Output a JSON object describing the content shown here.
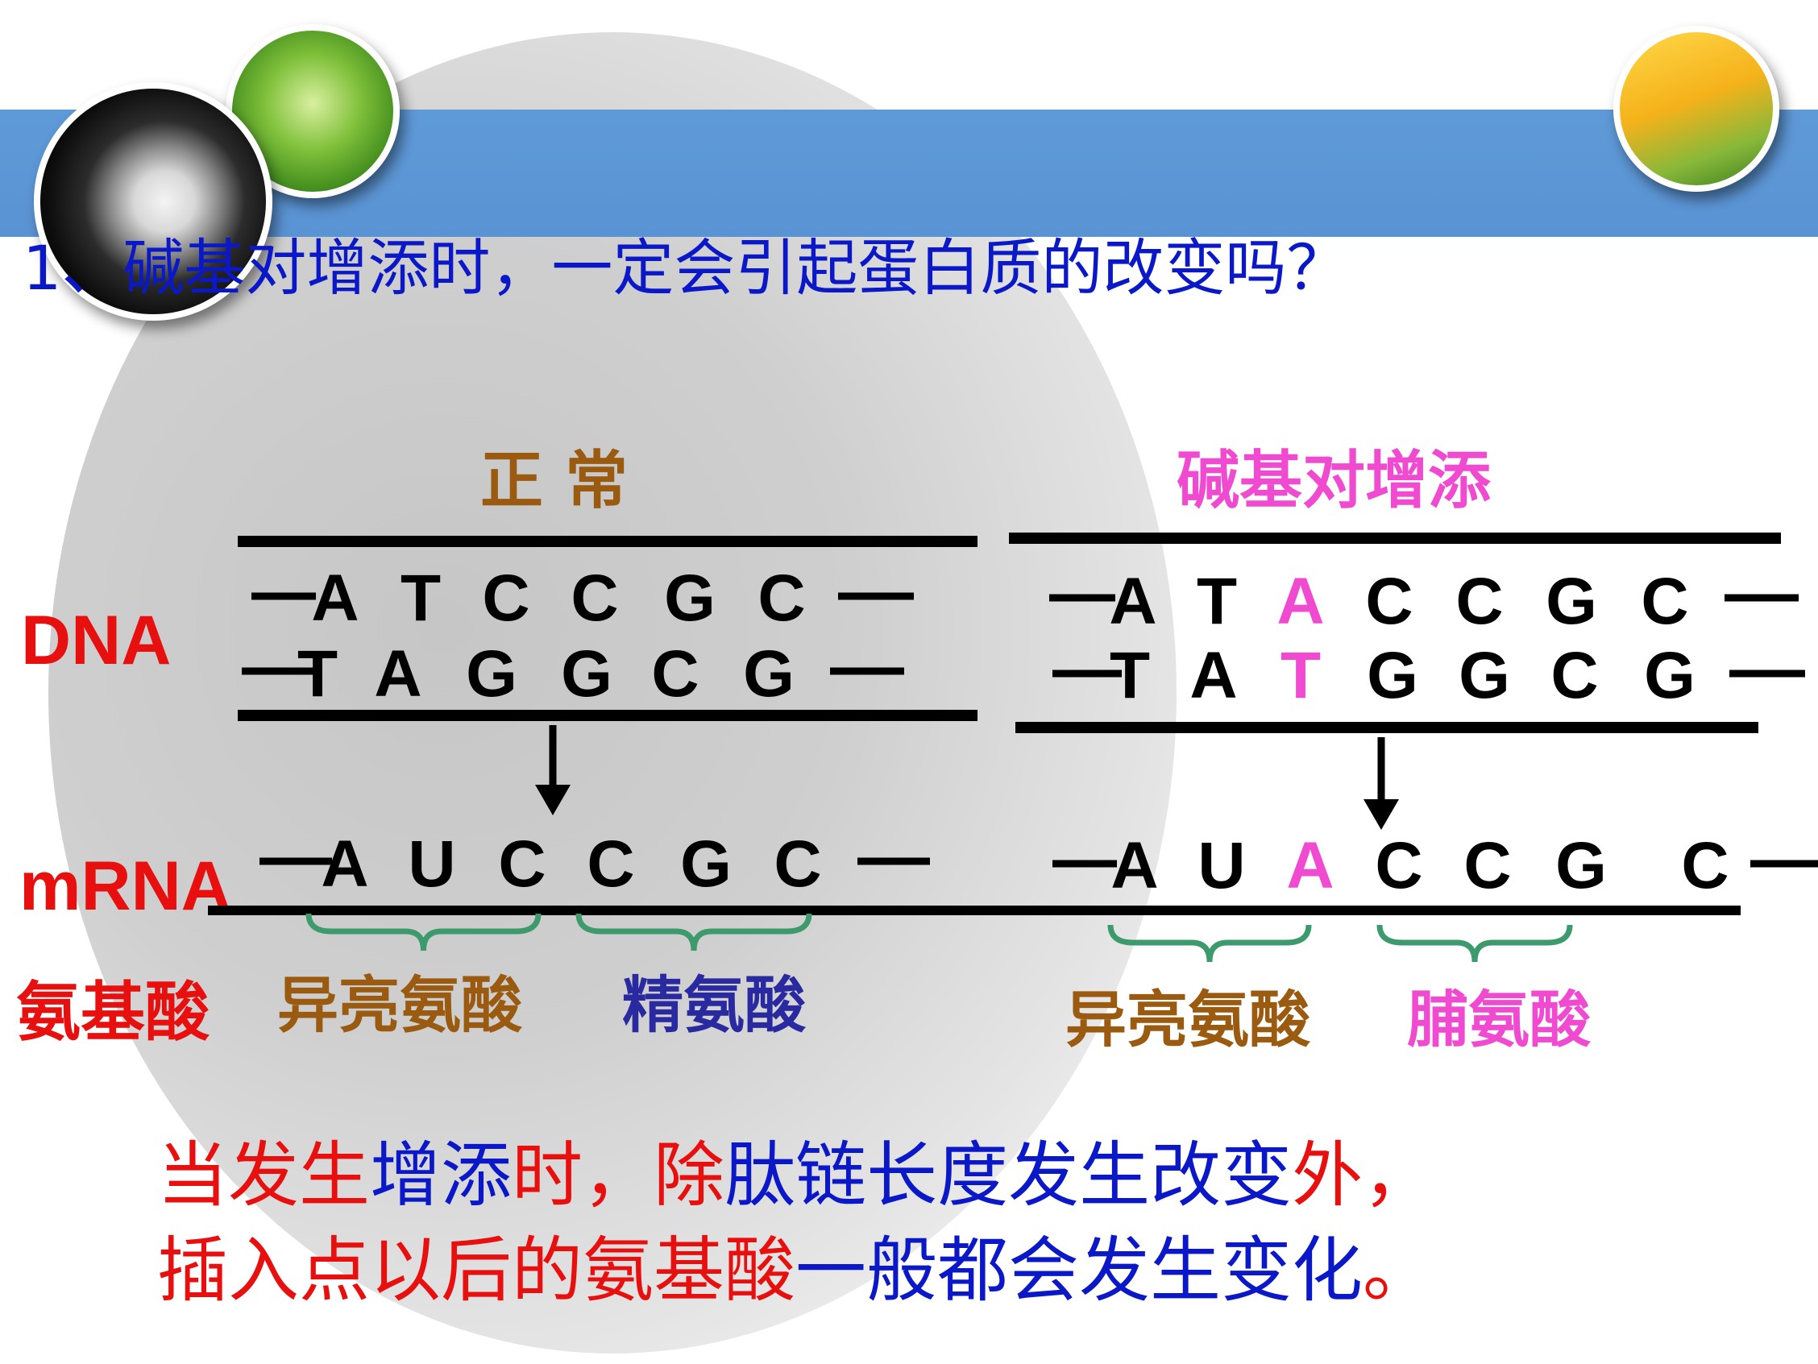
{
  "question": "1、碱基对增添时，一定会引起蛋白质的改变吗？",
  "labels": {
    "normal": "正 常",
    "insertion": "碱基对增添",
    "dna": "DNA",
    "mrna": "mRNA",
    "amino_acid": "氨基酸"
  },
  "normal": {
    "dna_top": [
      "A",
      "T",
      "C",
      "C",
      "G",
      "C"
    ],
    "dna_bottom": [
      "T",
      "A",
      "G",
      "G",
      "C",
      "G"
    ],
    "mrna": [
      "A",
      "U",
      "C",
      "C",
      "G",
      "C"
    ],
    "amino_acids": [
      "异亮氨酸",
      "精氨酸"
    ]
  },
  "insertion": {
    "dna_top": [
      "A",
      "T",
      "A",
      "C",
      "C",
      "G",
      "C"
    ],
    "dna_bottom": [
      "T",
      "A",
      "T",
      "G",
      "G",
      "C",
      "G"
    ],
    "mrna": [
      "A",
      "U",
      "A",
      "C",
      "C",
      "G",
      "C"
    ],
    "inserted_index": 2,
    "amino_acids": [
      "异亮氨酸",
      "脯氨酸"
    ]
  },
  "conclusion": {
    "line1": [
      {
        "text": "当发生",
        "color": "red"
      },
      {
        "text": "增添",
        "color": "blue"
      },
      {
        "text": "时，",
        "color": "red"
      },
      {
        "text": "除",
        "color": "red"
      },
      {
        "text": "肽链长度发生改变",
        "color": "blue"
      },
      {
        "text": "外，",
        "color": "red"
      }
    ],
    "line2": [
      {
        "text": "插入点以后的氨基酸",
        "color": "red"
      },
      {
        "text": "一般都会发生变化",
        "color": "blue"
      },
      {
        "text": "。",
        "color": "red"
      }
    ]
  },
  "colors": {
    "title_blue": "#0a18c8",
    "label_red": "#e80f0f",
    "normal_brown": "#9a5a10",
    "arg_navy": "#2a2aa0",
    "insertion_pink": "#f04ad0",
    "brace_green": "#3c9a6c",
    "band_blue": "#5f9ad8"
  }
}
